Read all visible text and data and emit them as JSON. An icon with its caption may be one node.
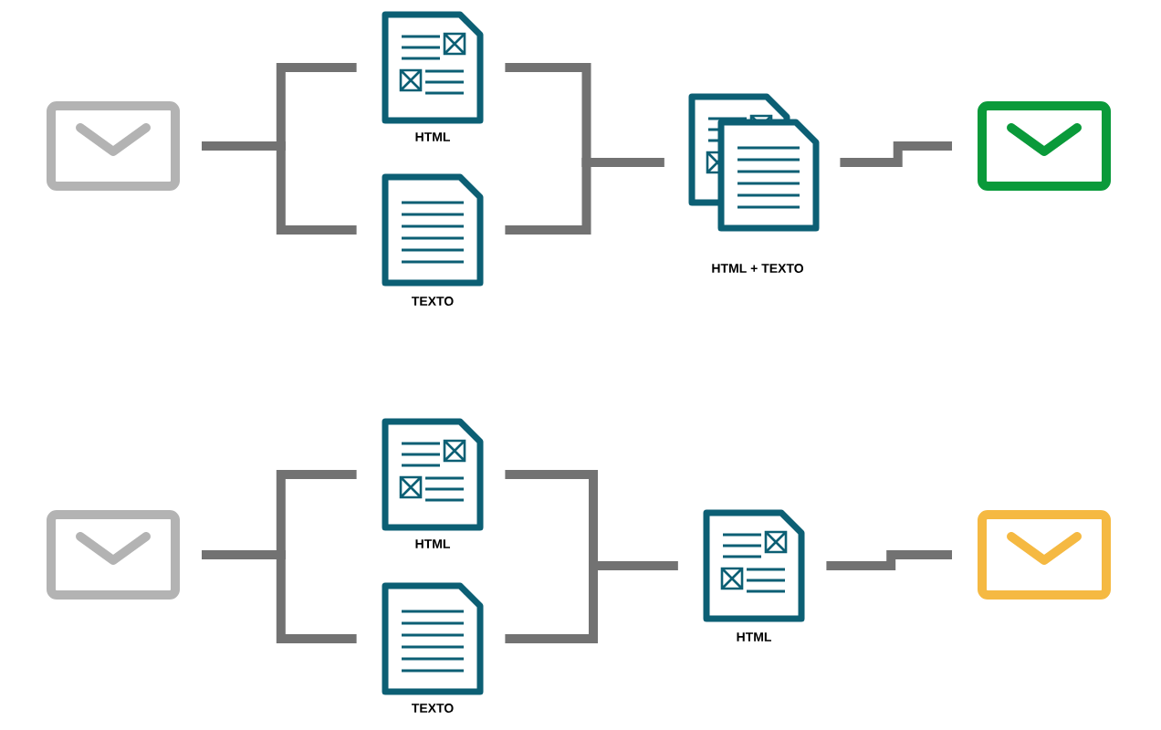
{
  "diagram": {
    "nodes": [
      {
        "text": [],
        "shape": "envelope"
      },
      {
        "text": [
          "HTML"
        ]
      },
      {
        "text": [
          "TEXTO"
        ]
      },
      {
        "text": [
          "HTML + TEXTO"
        ]
      },
      {
        "text": [],
        "shape": "envelope"
      },
      {
        "text": [],
        "shape": "envelope"
      },
      {
        "text": [
          "HTML"
        ]
      },
      {
        "text": [
          "TEXTO"
        ]
      },
      {
        "text": [
          "HTML"
        ]
      },
      {
        "text": [],
        "shape": "envelope"
      }
    ],
    "edges": [
      {
        "from": 0,
        "to": 1,
        "arrow": "none"
      },
      {
        "from": 0,
        "to": 2,
        "arrow": "none"
      },
      {
        "from": 1,
        "to": 3,
        "arrow": "none"
      },
      {
        "from": 2,
        "to": 3,
        "arrow": "none"
      },
      {
        "from": 3,
        "to": 4,
        "arrow": "none"
      },
      {
        "from": 5,
        "to": 6,
        "arrow": "none"
      },
      {
        "from": 5,
        "to": 7,
        "arrow": "none"
      },
      {
        "from": 6,
        "to": 8,
        "arrow": "none"
      },
      {
        "from": 7,
        "to": 8,
        "arrow": "none"
      },
      {
        "from": 8,
        "to": 9,
        "arrow": "none"
      }
    ]
  }
}
